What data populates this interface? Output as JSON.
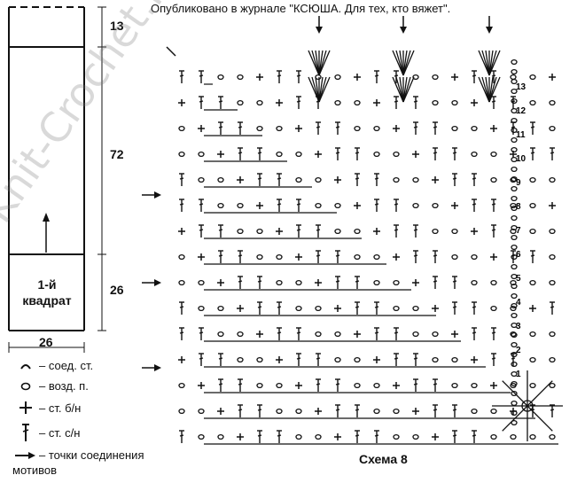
{
  "header": "Опубликовано в журнале \"КСЮША. Для тех, кто вяжет\".",
  "schematic": {
    "height_top": "13",
    "height_middle": "72",
    "height_bottom": "26",
    "width": "26",
    "square_label_line1": "1-й",
    "square_label_line2": "квадрат"
  },
  "legend": {
    "slip_stitch": "– соед. ст.",
    "chain": "– возд. п.",
    "sc": "– ст. б/н",
    "dc": "– ст. с/н",
    "join_line1": "– точки соединения",
    "join_line2": "мотивов"
  },
  "chart_caption": "Схема 8",
  "row_numbers": [
    "1",
    "2",
    "3",
    "4",
    "5",
    "6",
    "7",
    "8",
    "9",
    "10",
    "11",
    "12",
    "13"
  ],
  "watermark": "Knit-Crochet.ru"
}
